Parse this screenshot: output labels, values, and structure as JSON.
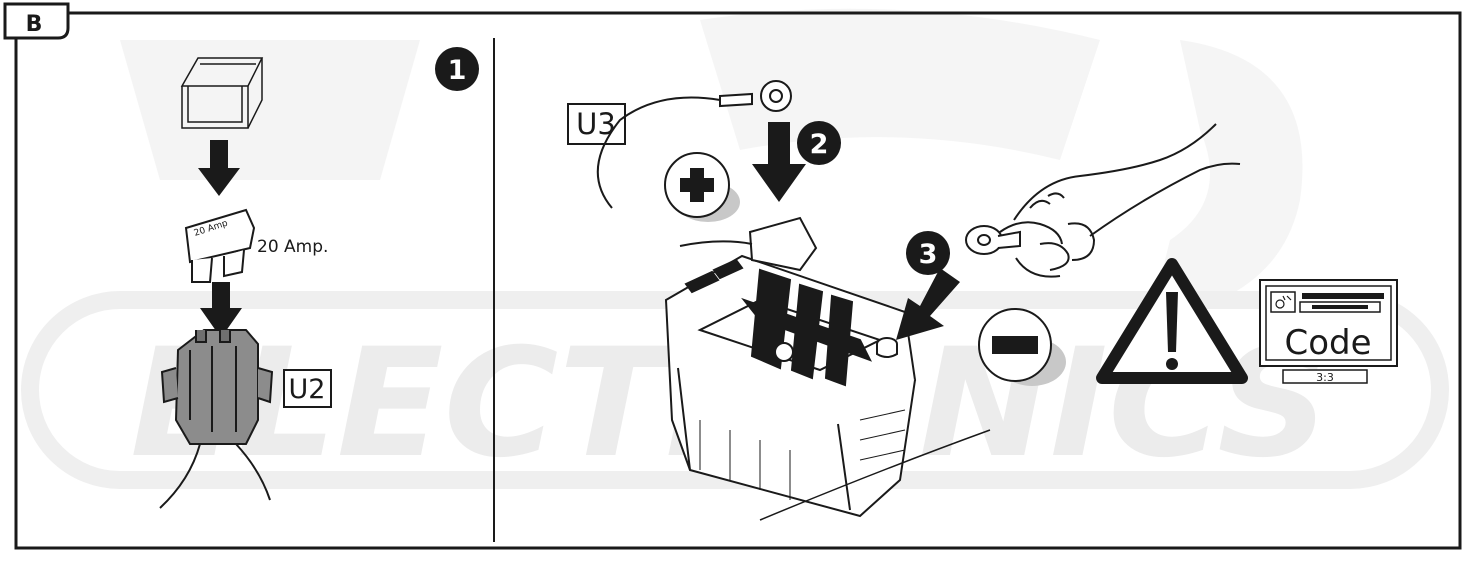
{
  "section": {
    "tag": "B"
  },
  "steps": [
    {
      "number": "1"
    },
    {
      "number": "2"
    },
    {
      "number": "3"
    }
  ],
  "fuse": {
    "label": "20 Amp.",
    "body_label": "20 Amp"
  },
  "connectors": {
    "fuse_holder": "U2",
    "power_cable": "U3"
  },
  "battery": {
    "positive_symbol": "+",
    "negative_symbol": "−"
  },
  "code_panel": {
    "label": "Code",
    "page_indicator": "3:3"
  },
  "watermark": {
    "text": "ELECTRONICS"
  },
  "colors": {
    "ink": "#1a1a1a",
    "watermark": "#eeeeee",
    "holder": "#8c8c8c",
    "shadow": "#c8c8c8"
  },
  "icons": [
    "warning-icon",
    "hand-icon",
    "battery-icon",
    "fuse-icon",
    "arrow-down-icon"
  ]
}
